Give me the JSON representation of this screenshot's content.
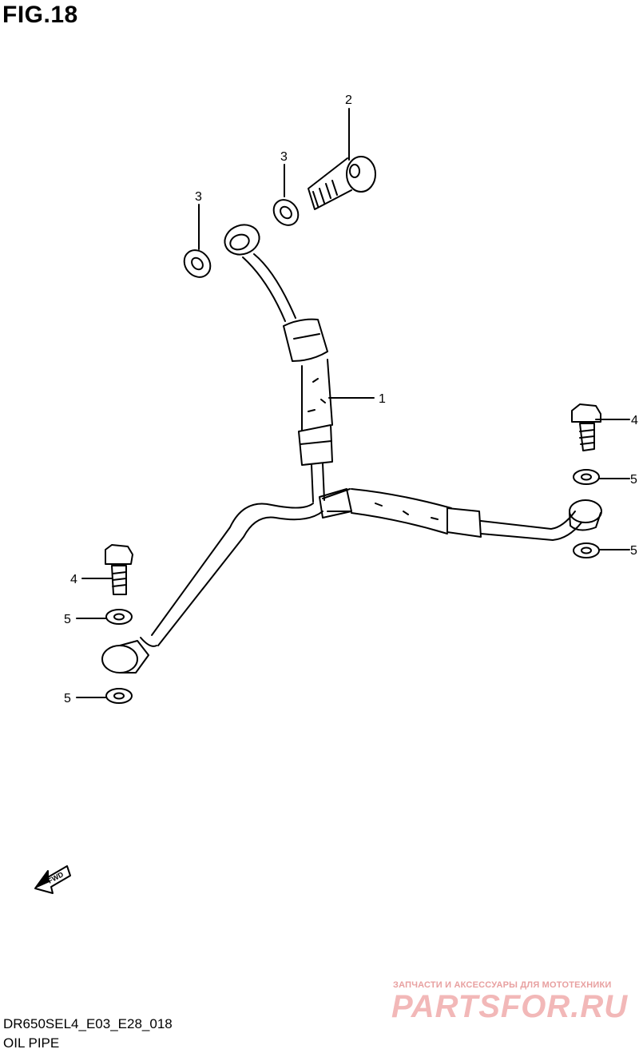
{
  "figure": {
    "title": "FIG.18"
  },
  "callouts": {
    "c1": "1",
    "c2": "2",
    "c3a": "3",
    "c3b": "3",
    "c4a": "4",
    "c4b": "4",
    "c5a": "5",
    "c5b": "5",
    "c5c": "5",
    "c5d": "5"
  },
  "fwd_label": "FWD",
  "footer": {
    "code": "DR650SEL4_E03_E28_018",
    "caption": "OIL PIPE"
  },
  "watermark": {
    "sub": "ЗАПЧАСТИ И АКСЕССУАРЫ ДЛЯ МОТОТЕХНИКИ",
    "main": "PARTSFOR.RU"
  }
}
